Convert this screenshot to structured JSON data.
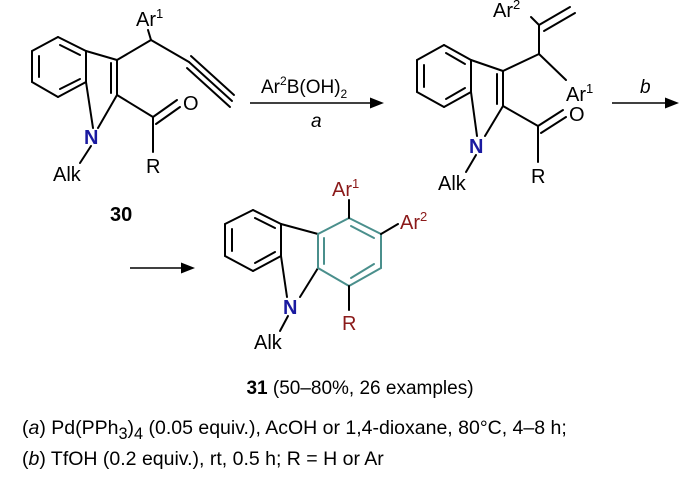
{
  "colors": {
    "bond": "#000000",
    "nitrogen": "#1a1aa0",
    "substituent": "#8b1a1a",
    "new_ring": "#4a8f8c"
  },
  "compound30": {
    "number": "30",
    "ar": "Ar",
    "ar_sup": "1",
    "n": "N",
    "alk": "Alk",
    "r": "R",
    "o": "O"
  },
  "arrow1": {
    "reagent_pre": "Ar",
    "reagent_sup": "2",
    "reagent_post": "B(OH)",
    "reagent_sub": "2",
    "label": "a"
  },
  "intermediate": {
    "ar2": "Ar",
    "ar2_sup": "2",
    "ar1": "Ar",
    "ar1_sup": "1",
    "n": "N",
    "alk": "Alk",
    "r": "R",
    "o": "O"
  },
  "arrow2": {
    "label": "b"
  },
  "compound31": {
    "ar1": "Ar",
    "ar1_sup": "1",
    "ar2": "Ar",
    "ar2_sup": "2",
    "n": "N",
    "alk": "Alk",
    "r": "R"
  },
  "caption": {
    "number": "31",
    "text": " (50–80%, 26 examples)"
  },
  "conditions": {
    "a_label": "a",
    "a_pre": "Pd(PPh",
    "a_sub": "3",
    "a_mid": ")",
    "a_sub2": "4",
    "a_post": " (0.05 equiv.), AcOH or 1,4-dioxane, 80°C, 4–8 h;",
    "b_label": "b",
    "b_text": " TfOH (0.2 equiv.), rt, 0.5 h; R = H or Ar"
  }
}
